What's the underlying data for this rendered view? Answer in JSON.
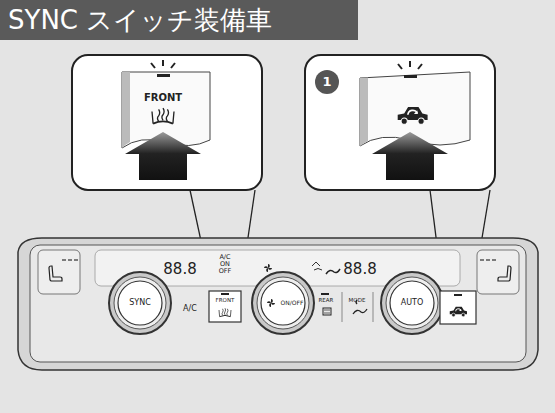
{
  "diagram": {
    "title": "SYNC スイッチ装備車",
    "nodes": [
      {
        "text": [
          "FRONT"
        ]
      },
      {
        "text": [
          "SYNC"
        ]
      },
      {
        "text": [
          "A/C"
        ]
      },
      {
        "text": [
          "FRONT"
        ]
      },
      {
        "text": [
          "ON/OFF"
        ]
      },
      {
        "text": [
          "REAR"
        ]
      },
      {
        "text": [
          "MODE"
        ]
      },
      {
        "text": [
          "AUTO"
        ]
      }
    ],
    "labels": [
      "A/C ON OFF",
      "88.8",
      "88.8",
      "1"
    ]
  }
}
